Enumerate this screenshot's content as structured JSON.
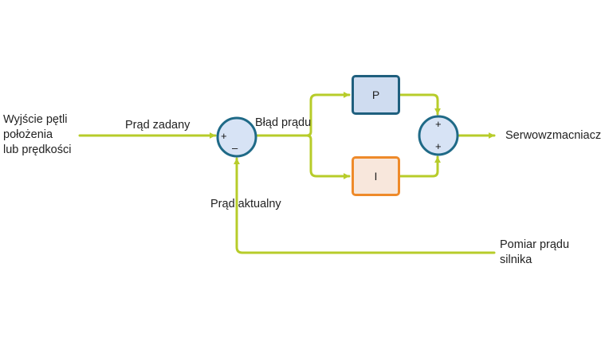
{
  "labels": {
    "input": [
      "Wyjście pętli",
      "położenia",
      "lub prędkości"
    ],
    "setpoint": "Prąd zadany",
    "error": "Błąd prądu",
    "actual": "Prąd aktualny",
    "output": "Serwowzmacniacz",
    "measurement": [
      "Pomiar prądu",
      "silnika"
    ]
  },
  "blocks": {
    "p": "P",
    "i": "I"
  },
  "signs": {
    "sum1_plus": "+",
    "sum1_minus": "–",
    "sum2_top": "+",
    "sum2_bottom": "+"
  },
  "colors": {
    "line": "#b7cc2a",
    "sum_fill": "#d7e3f5",
    "sum_stroke": "#1f6a87",
    "p_fill": "#cfdcf0",
    "p_stroke": "#1f5f7e",
    "i_fill": "#f8e7dc",
    "i_stroke": "#ee8a2a"
  }
}
